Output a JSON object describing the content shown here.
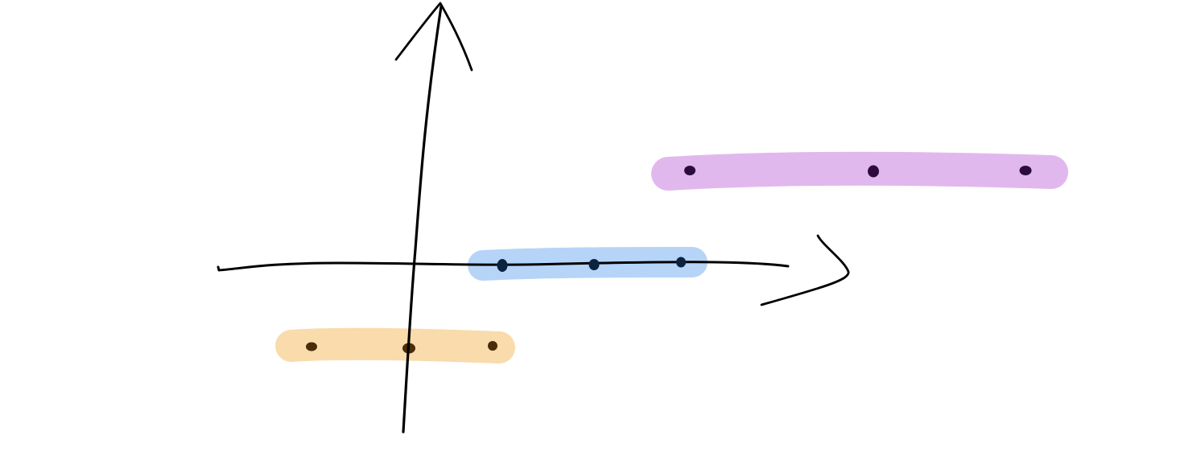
{
  "canvas": {
    "background": "#ffffff",
    "axis_color": "#000000",
    "has_text": false
  },
  "axes": {
    "vertical_arrow": true,
    "horizontal_arrow": true
  },
  "highlights": [
    {
      "name": "orange-highlight",
      "color": "#f9d9a8",
      "dot_color": "#4a2c0a",
      "point_count": 3
    },
    {
      "name": "blue-highlight",
      "color": "#a9cdf7",
      "dot_color": "#0b2240",
      "point_count": 3
    },
    {
      "name": "purple-highlight",
      "color": "#dfb4ec",
      "dot_color": "#2e0b3f",
      "point_count": 3
    }
  ]
}
